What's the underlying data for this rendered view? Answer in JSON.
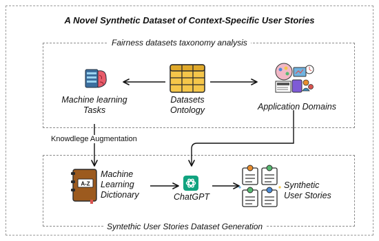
{
  "title": "A Novel Synthetic Dataset of Context-Specific User Stories",
  "groups": {
    "taxonomy": {
      "label": "Fairness datasets taxonomy analysis"
    },
    "generation": {
      "label": "Syntethic User Stories Dataset Generation"
    }
  },
  "nodes": {
    "ml_tasks": {
      "label_lines": [
        "Machine learning",
        "Tasks"
      ],
      "icon": "neural-network-icon"
    },
    "ontology": {
      "label_lines": [
        "Datasets",
        "Ontology"
      ],
      "icon": "table-icon"
    },
    "domains": {
      "label": "Application Domains",
      "icon": "application-domains-icon"
    },
    "dictionary": {
      "label_lines": [
        "Machine",
        "Learning",
        "Dictionary"
      ],
      "icon": "dictionary-book-icon"
    },
    "chatgpt": {
      "label": "ChatGPT",
      "icon": "chatgpt-icon"
    },
    "stories": {
      "label_lines": [
        "Synthetic",
        "User Stories"
      ],
      "icon": "user-stories-icon"
    }
  },
  "edges": {
    "augmentation": {
      "label": "Knowdlege Augmentation"
    }
  },
  "colors": {
    "chatgpt_green": "#10A37F",
    "table_yellow": "#F5C64A",
    "book_brown": "#B5651D",
    "frame_gray": "#8A8A8A"
  }
}
